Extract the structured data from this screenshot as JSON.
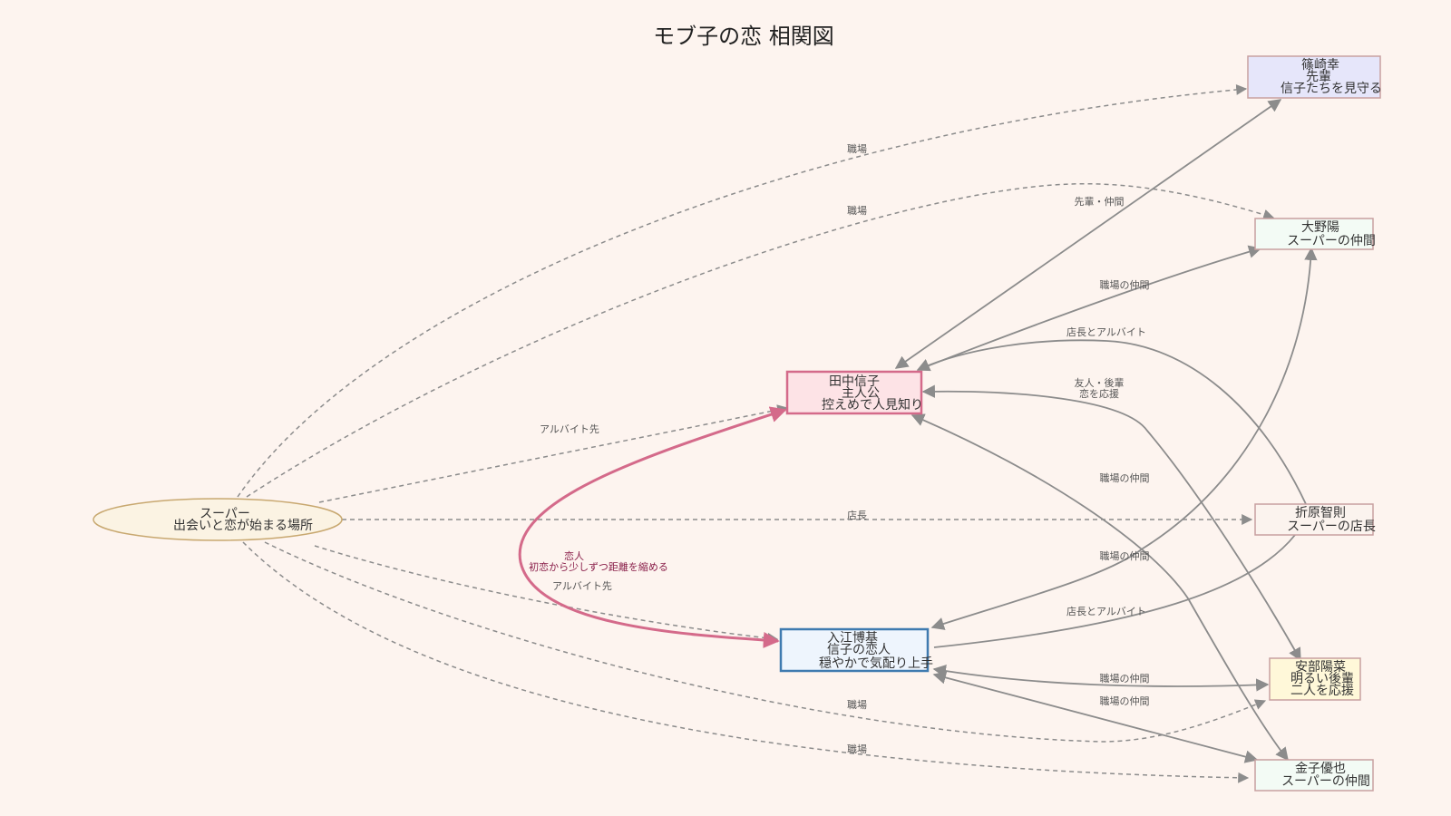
{
  "title": "モブ子の恋 相関図",
  "colors": {
    "background": "#fdf4ef",
    "edge": "#8c8c8c",
    "love_edge": "#d46a8a",
    "protagonist_fill": "#fde3e6",
    "protagonist_border": "#d46a8a",
    "lover_fill": "#eef5fd",
    "lover_border": "#3f7bb0",
    "place_fill": "#fbf3e3",
    "place_border": "#c8a870"
  },
  "nodes": {
    "super": {
      "lines": [
        "スーパー",
        "出会いと恋が始まる場所"
      ]
    },
    "nobuko": {
      "lines": [
        "田中信子",
        "主人公",
        "控えめで人見知り"
      ]
    },
    "irie": {
      "lines": [
        "入江博基",
        "信子の恋人",
        "穏やかで気配り上手"
      ]
    },
    "shinozaki": {
      "lines": [
        "篠崎幸",
        "先輩",
        "信子たちを見守る"
      ]
    },
    "ono": {
      "lines": [
        "大野陽",
        "スーパーの仲間"
      ]
    },
    "orihara": {
      "lines": [
        "折原智則",
        "スーパーの店長"
      ]
    },
    "abe": {
      "lines": [
        "安部陽菜",
        "明るい後輩",
        "二人を応援"
      ]
    },
    "kaneko": {
      "lines": [
        "金子優也",
        "スーパーの仲間"
      ]
    }
  },
  "edges": {
    "super_shinozaki": "職場",
    "super_ono": "職場",
    "super_nobuko": "アルバイト先",
    "super_orihara": "店長",
    "super_irie": "アルバイト先",
    "super_abe": "職場",
    "super_kaneko": "職場",
    "nobuko_irie": [
      "恋人",
      "初恋から少しずつ距離を縮める"
    ],
    "shinozaki_nobuko": "先輩・仲間",
    "ono_nobuko": "職場の仲間",
    "orihara_nobuko": "店長とアルバイト",
    "abe_nobuko": [
      "友人・後輩",
      "恋を応援"
    ],
    "kaneko_nobuko": "職場の仲間",
    "ono_irie": "職場の仲間",
    "orihara_irie": "店長とアルバイト",
    "abe_irie": "職場の仲間",
    "kaneko_irie": "職場の仲間"
  }
}
